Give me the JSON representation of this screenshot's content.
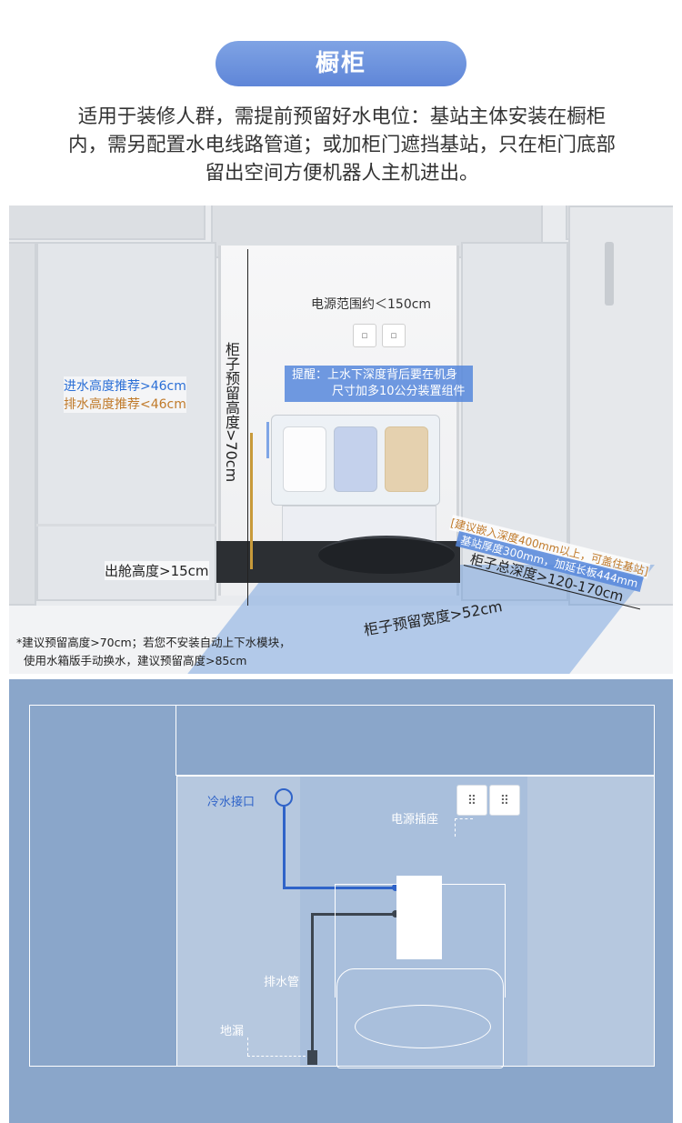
{
  "header": {
    "title": "橱柜",
    "intro": "适用于装修人群，需提前预留好水电位：基站主体安装在橱柜内，需另配置水电线路管道；或加柜门遮挡基站，只在柜门底部留出空间方便机器人主机进出。"
  },
  "photo": {
    "power_range": "电源范围约＜150cm",
    "reminder_line1": "提醒：上水下深度背后要在机身",
    "reminder_line2": "尺寸加多10公分装置组件",
    "inlet_height": "进水高度推荐>46cm",
    "drain_height": "排水高度推荐<46cm",
    "cabinet_height": "柜子预留高度>70cm",
    "exit_height": "出舱高度>15cm",
    "embed_depth": "[建议嵌入深度400mm以上，可盖住基站]",
    "station_thickness": "基站厚度300mm，加延长板444mm",
    "cabinet_depth": "柜子总深度>120-170cm",
    "cabinet_width": "柜子预留宽度>52cm",
    "note_line1": "*建议预留高度>70cm；若您不安装自动上下水模块，",
    "note_line2": "使用水箱版手动换水，建议预留高度>85cm",
    "colors": {
      "blue_text": "#2b6fd6",
      "orange_text": "#c07a2a",
      "blue_floor": "#6496dc"
    }
  },
  "diagram": {
    "cold_water": "冷水接口",
    "power_socket": "电源插座",
    "drain_pipe": "排水管",
    "floor_drain": "地漏",
    "colors": {
      "background": "#8aa6ca",
      "inner": "#b6c8df",
      "inlet_pipe": "#2f63c8",
      "drain_pipe": "#3c4550"
    }
  }
}
